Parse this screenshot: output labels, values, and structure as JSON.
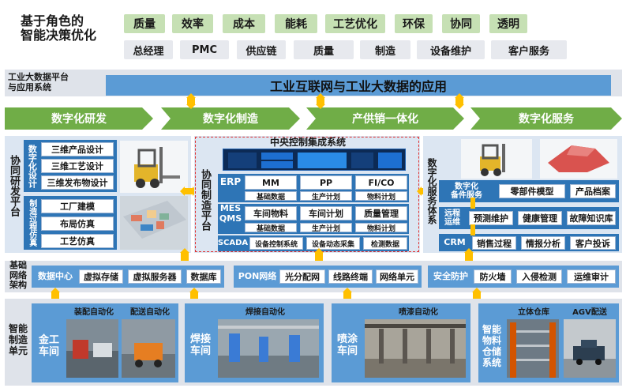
{
  "top": {
    "title": "基于角色的\n智能决策优化",
    "kpis": [
      "质量",
      "效率",
      "成本",
      "能耗",
      "工艺优化",
      "环保",
      "协同",
      "透明"
    ],
    "roles": [
      "总经理",
      "PMC",
      "供应链",
      "质量",
      "制造",
      "设备维护",
      "客户服务"
    ]
  },
  "platform": {
    "label": "工业大数据平台\n与应用系统",
    "banner": "工业互联网与工业大数据的应用"
  },
  "chevrons": [
    "数字化研发",
    "数字化制造",
    "产供销一体化",
    "数字化服务"
  ],
  "rd": {
    "side": "协同研发平台",
    "group1_label": "数字化设计",
    "group1": [
      "三维产品设计",
      "三维工艺设计",
      "三维发布物设计"
    ],
    "group2_label": "制造过程仿真",
    "group2": [
      "工厂建模",
      "布局仿真",
      "工艺仿真"
    ]
  },
  "mfg": {
    "side": "协同制造平台",
    "center_title": "中央控制集成系统",
    "rows": [
      {
        "label": "ERP",
        "items": [
          "MM",
          "PP",
          "FI/CO"
        ],
        "sub": [
          "基础数据",
          "生产计划",
          "物料计划"
        ]
      },
      {
        "label": "MES\nQMS",
        "items": [
          "车间物料",
          "车间计划",
          "质量管理"
        ],
        "sub": [
          "基础数据",
          "生产计划",
          "物料计划"
        ]
      },
      {
        "label": "SCADA",
        "items": [
          "设备控制系统",
          "设备动态采集",
          "检测数据"
        ],
        "sub": []
      }
    ]
  },
  "svc": {
    "side": "数字化服务体系",
    "row1_label": "数字化\n备件服务",
    "row1": [
      "零部件模型",
      "产品档案"
    ],
    "row2_label": "远程\n运维",
    "row2": [
      "预测维护",
      "健康管理",
      "故障知识库"
    ],
    "row3_label": "CRM",
    "row3": [
      "销售过程",
      "情报分析",
      "客户投诉"
    ]
  },
  "network": {
    "side": "基础\n网络\n架构",
    "groups": [
      {
        "label": "数据中心",
        "items": [
          "虚拟存储",
          "虚拟服务器",
          "数据库"
        ]
      },
      {
        "label": "PON网络",
        "items": [
          "光分配网",
          "线路终端",
          "网络单元"
        ]
      },
      {
        "label": "安全防护",
        "items": [
          "防火墙",
          "入侵检测",
          "运维审计"
        ]
      }
    ]
  },
  "units": {
    "side": "智能\n制造\n单元",
    "cells": [
      {
        "name": "金工\n车间",
        "captions": [
          "装配自动化",
          "配送自动化"
        ]
      },
      {
        "name": "焊接\n车间",
        "captions": [
          "焊接自动化"
        ]
      },
      {
        "name": "喷涂\n车间",
        "captions": [
          "喷漆自动化"
        ]
      },
      {
        "name": "智能\n物料\n仓储\n系统",
        "captions": [
          "立体仓库",
          "AGV配送"
        ]
      }
    ]
  },
  "colors": {
    "green": "#70ad47",
    "blue": "#5b9bd5",
    "darkblue": "#2e75b6",
    "kpi": "#c6e0b4",
    "arrow": "#ffc000",
    "redline": "#e03030"
  }
}
